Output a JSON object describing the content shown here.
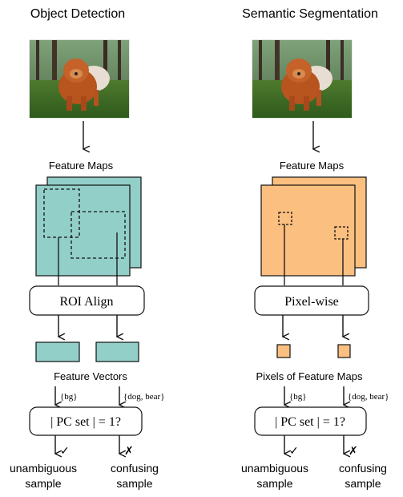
{
  "left": {
    "title": "Object Detection",
    "feature_maps_label": "Feature Maps",
    "align_label": "ROI Align",
    "vectors_label": "Feature Vectors",
    "set_label_1": "{bg}",
    "set_label_2": "{dog, bear}",
    "question": "| PC set | = 1?",
    "yes_mark": "✓",
    "no_mark": "✗",
    "outcome_1_line1": "unambiguous",
    "outcome_1_line2": "sample",
    "outcome_2_line1": "confusing",
    "outcome_2_line2": "sample"
  },
  "right": {
    "title": "Semantic Segmentation",
    "feature_maps_label": "Feature Maps",
    "align_label": "Pixel-wise",
    "vectors_label": "Pixels of Feature Maps",
    "set_label_1": "{bg}",
    "set_label_2": "{dog, bear}",
    "question": "| PC set | = 1?",
    "yes_mark": "✓",
    "no_mark": "✗",
    "outcome_1_line1": "unambiguous",
    "outcome_1_line2": "sample",
    "outcome_2_line1": "confusing",
    "outcome_2_line2": "sample"
  },
  "colors": {
    "teal": "#92cfc8",
    "orange": "#fbbf80",
    "stroke": "#111111"
  },
  "image": {
    "description_icon": "dog-photo"
  }
}
